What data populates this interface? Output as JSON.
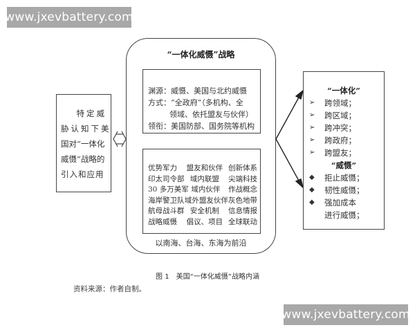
{
  "watermarks": {
    "top": "www.jxevbattery.com",
    "bottom": "www.jxevbattery.com"
  },
  "left_box": {
    "lines": [
      "特定威",
      "胁认知下美",
      "国对“一体化",
      "威慑”战略的",
      "引入和应用"
    ]
  },
  "center_box": {
    "title": "“一体化威慑”战略",
    "top_panel": {
      "rows": [
        {
          "label": "渊源：",
          "text": "威慑、美国与北约威慑"
        },
        {
          "label": "方式：",
          "text": "“全政府”（多机构、全"
        },
        {
          "label": "",
          "text": "领域、依托盟友与伙伴）"
        },
        {
          "label": "领衔：",
          "text": "美国防部、国务院等机构"
        }
      ]
    },
    "bottom_panel": {
      "rows": [
        [
          "优势军力",
          "盟友和伙伴",
          "创新体系"
        ],
        [
          "印太司令部",
          "域内联盟",
          "尖端科技"
        ],
        [
          "30 多万美军",
          "域内伙伴",
          "作战概念"
        ],
        [
          "海岸警卫队",
          "域外盟友伙伴",
          "灰色地带"
        ],
        [
          "航母战斗群",
          "安全机制",
          "信息情报"
        ],
        [
          "战略威慑",
          "倡议、项目",
          "全球联动"
        ]
      ]
    },
    "footer": "以南海、台海、东海为前沿"
  },
  "right_box": {
    "section1_header": "“一体化”",
    "section1_items": [
      "跨领域；",
      "跨区域；",
      "跨冲突；",
      "跨政府；",
      "跨盟友；"
    ],
    "section2_header": "“威慑”",
    "section2_items": [
      "拒止威慑；",
      "韧性威慑；",
      "强加成本"
    ],
    "section2_continuation": "进行威慑；",
    "bullet1_icon": "➢",
    "bullet2_icon": "◆"
  },
  "caption": "图 1　美国“一体化威慑”战略内涵",
  "source": "资料来源：作者自制。",
  "colors": {
    "watermark_bg": "#a8a8a8",
    "line": "#444444",
    "text": "#333333"
  }
}
